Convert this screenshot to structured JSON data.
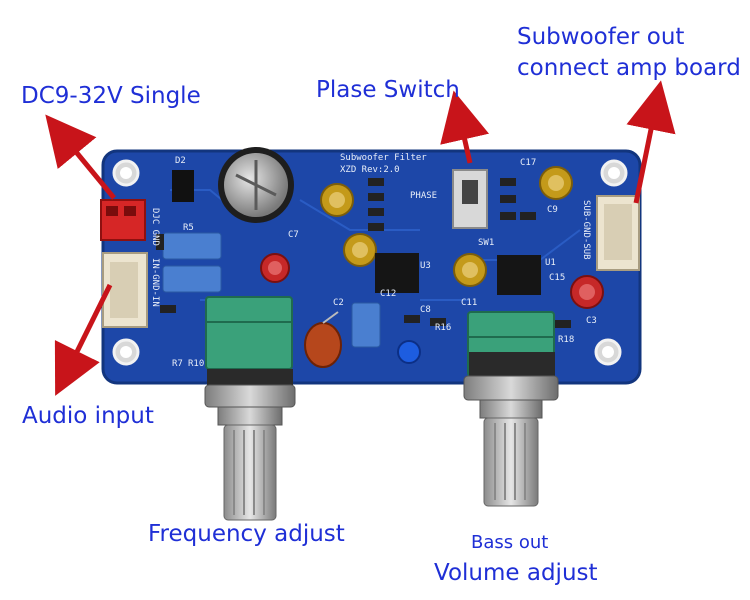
{
  "annotations": {
    "power": "DC9-32V Single",
    "phase_switch": "Plase Switch",
    "subwoofer_out_line1": "Subwoofer out",
    "subwoofer_out_line2": "connect amp board",
    "audio_input": "Audio input",
    "frequency_adjust": "Frequency adjust",
    "bass_out": "Bass out",
    "volume_adjust": "Volume adjust"
  },
  "board_silkscreen": {
    "title": "Subwoofer Filter",
    "revision": "XZD Rev:2.0",
    "phase": "PHASE",
    "sw": "SW1",
    "d2": "D2",
    "u1": "U1",
    "u3": "U3",
    "c11": "C11",
    "c12": "C12",
    "c15": "C15",
    "c17": "C17",
    "c2": "C2",
    "c3": "C3",
    "c7": "C7",
    "c8": "C8",
    "c9": "C9",
    "r5": "R5",
    "r7": "R7",
    "r10": "R10",
    "r16": "R16",
    "r18": "R18",
    "sub_header": "SUB-GND-SUB",
    "in_header": "IN-GND-IN",
    "dc_header": "DJC GND"
  },
  "colors": {
    "annotation_text": "#1f2fd6",
    "arrow": "#c8141a",
    "pcb": "#1d47a8",
    "potentiometer": "#3aa17a"
  }
}
